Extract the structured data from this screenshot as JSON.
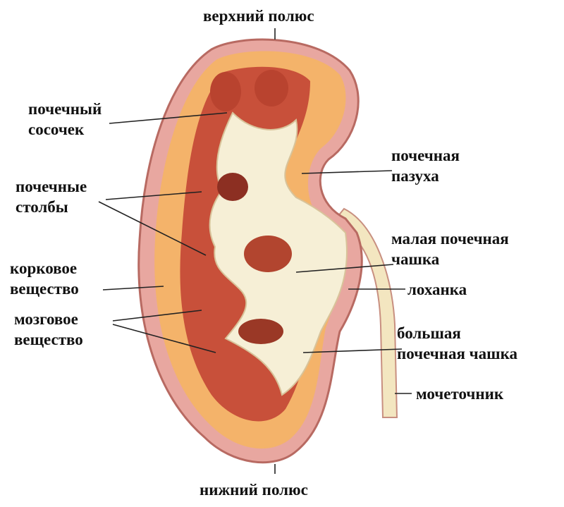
{
  "labels": {
    "upper_pole": "верхний полюс",
    "renal_papilla": [
      "почечный",
      "сосочек"
    ],
    "renal_sinus": [
      "почечная",
      "пазуха"
    ],
    "renal_columns": [
      "почечные",
      "столбы"
    ],
    "minor_calyx": [
      "малая почечная",
      "чашка"
    ],
    "cortex": [
      "корковое",
      "вещество"
    ],
    "pelvis": "лоханка",
    "medulla": [
      "мозговое",
      "вещество"
    ],
    "major_calyx": [
      "большая",
      "почечная чашка"
    ],
    "ureter": "мочеточник",
    "lower_pole": "нижний полюс"
  },
  "colors": {
    "capsule": "#e8a7a0",
    "cortex": "#f4b36a",
    "medulla": "#c8503a",
    "sinus": "#f6efd6",
    "leader": "#222222"
  }
}
